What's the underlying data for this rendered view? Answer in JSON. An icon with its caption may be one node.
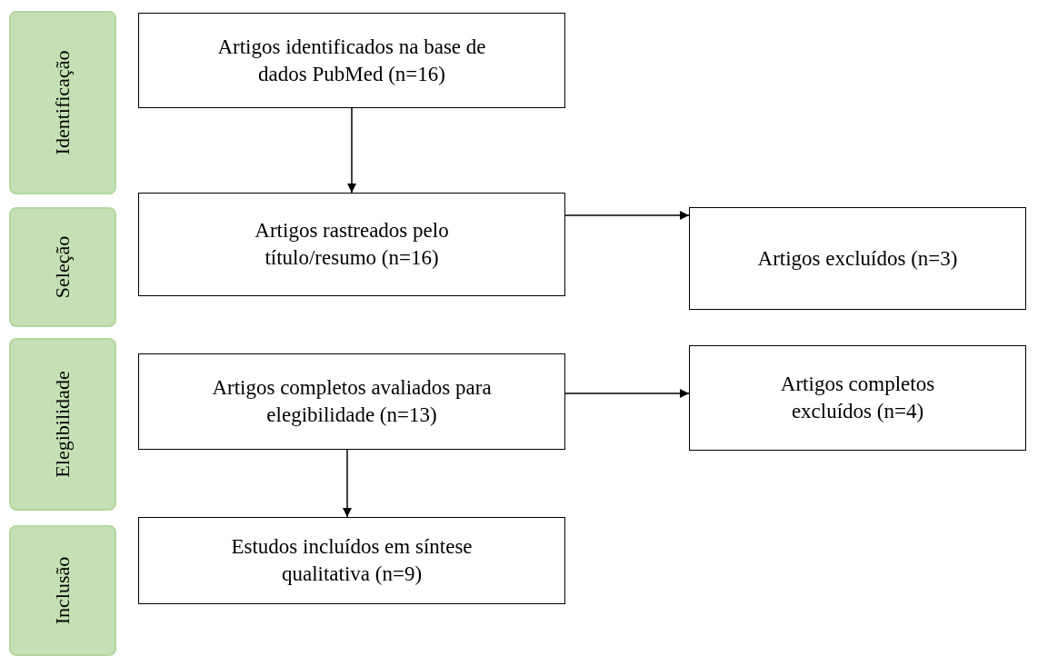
{
  "diagram": {
    "nodes": [
      {
        "text": [
          "Identificação"
        ]
      },
      {
        "text": [
          "Artigos identificados na base de dados PubMed (n=16)"
        ]
      },
      {
        "text": [
          "Seleção"
        ]
      },
      {
        "text": [
          "Artigos rastreados pelo título/resumo (n=16)"
        ]
      },
      {
        "text": [
          "Artigos excluídos (n=3)"
        ]
      },
      {
        "text": [
          "Elegibilidade"
        ]
      },
      {
        "text": [
          "Artigos completos avaliados para elegibilidade (n=13)"
        ]
      },
      {
        "text": [
          "Artigos completos excluídos (n=4)"
        ]
      },
      {
        "text": [
          "Inclusão"
        ]
      },
      {
        "text": [
          "Estudos incluídos em síntese qualitativa (n=9)"
        ]
      }
    ],
    "edges": [
      {
        "from": 1,
        "to": 3,
        "arrow": "to"
      },
      {
        "from": 3,
        "to": 4,
        "arrow": "to"
      },
      {
        "from": 6,
        "to": 7,
        "arrow": "to"
      },
      {
        "from": 6,
        "to": 9,
        "arrow": "to"
      }
    ]
  }
}
